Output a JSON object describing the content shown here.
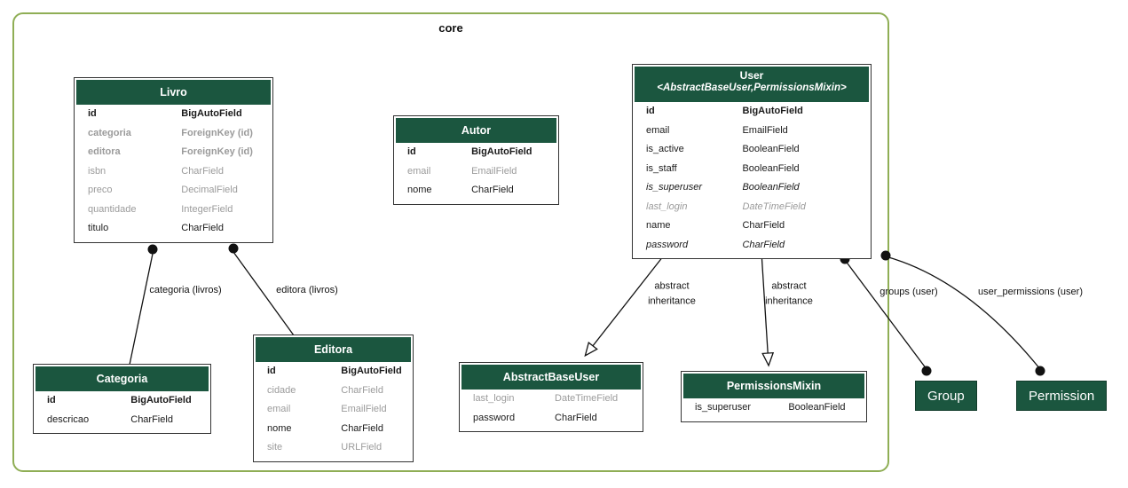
{
  "cluster": {
    "label": "core",
    "border_color": "#8fae55"
  },
  "colors": {
    "header_bg": "#1b563f",
    "header_text": "#ffffff",
    "muted_text": "#9b9b9b",
    "edge": "#111111"
  },
  "entities": [
    {
      "key": "livro",
      "title": "Livro",
      "fields": [
        {
          "name": "id",
          "type": "BigAutoField"
        },
        {
          "name": "categoria",
          "type": "ForeignKey (id)"
        },
        {
          "name": "editora",
          "type": "ForeignKey (id)"
        },
        {
          "name": "isbn",
          "type": "CharField"
        },
        {
          "name": "preco",
          "type": "DecimalField"
        },
        {
          "name": "quantidade",
          "type": "IntegerField"
        },
        {
          "name": "titulo",
          "type": "CharField"
        }
      ]
    },
    {
      "key": "autor",
      "title": "Autor",
      "fields": [
        {
          "name": "id",
          "type": "BigAutoField"
        },
        {
          "name": "email",
          "type": "EmailField"
        },
        {
          "name": "nome",
          "type": "CharField"
        }
      ]
    },
    {
      "key": "user",
      "title": "User",
      "subtitle": "<AbstractBaseUser,PermissionsMixin>",
      "fields": [
        {
          "name": "id",
          "type": "BigAutoField"
        },
        {
          "name": "email",
          "type": "EmailField"
        },
        {
          "name": "is_active",
          "type": "BooleanField"
        },
        {
          "name": "is_staff",
          "type": "BooleanField"
        },
        {
          "name": "is_superuser",
          "type": "BooleanField"
        },
        {
          "name": "last_login",
          "type": "DateTimeField"
        },
        {
          "name": "name",
          "type": "CharField"
        },
        {
          "name": "password",
          "type": "CharField"
        }
      ]
    },
    {
      "key": "categoria",
      "title": "Categoria",
      "fields": [
        {
          "name": "id",
          "type": "BigAutoField"
        },
        {
          "name": "descricao",
          "type": "CharField"
        }
      ]
    },
    {
      "key": "editora",
      "title": "Editora",
      "fields": [
        {
          "name": "id",
          "type": "BigAutoField"
        },
        {
          "name": "cidade",
          "type": "CharField"
        },
        {
          "name": "email",
          "type": "EmailField"
        },
        {
          "name": "nome",
          "type": "CharField"
        },
        {
          "name": "site",
          "type": "URLField"
        }
      ]
    },
    {
      "key": "abstractbaseuser",
      "title": "AbstractBaseUser",
      "fields": [
        {
          "name": "last_login",
          "type": "DateTimeField"
        },
        {
          "name": "password",
          "type": "CharField"
        }
      ]
    },
    {
      "key": "permissionsmixin",
      "title": "PermissionsMixin",
      "fields": [
        {
          "name": "is_superuser",
          "type": "BooleanField"
        }
      ]
    }
  ],
  "external_nodes": [
    {
      "label": "Group"
    },
    {
      "label": "Permission"
    }
  ],
  "edge_labels": [
    {
      "label": "categoria (livros)",
      "from": "Livro",
      "to": "Categoria",
      "kind": "foreign-key"
    },
    {
      "label": "editora (livros)",
      "from": "Livro",
      "to": "Editora",
      "kind": "foreign-key"
    },
    {
      "label": "abstract inheritance",
      "from": "User",
      "to": "AbstractBaseUser",
      "kind": "inheritance"
    },
    {
      "label": "abstract inheritance",
      "from": "User",
      "to": "PermissionsMixin",
      "kind": "inheritance"
    },
    {
      "label": "groups (user)",
      "from": "User",
      "to": "Group",
      "kind": "many-to-many"
    },
    {
      "label": "user_permissions (user)",
      "from": "User",
      "to": "Permission",
      "kind": "many-to-many"
    }
  ]
}
